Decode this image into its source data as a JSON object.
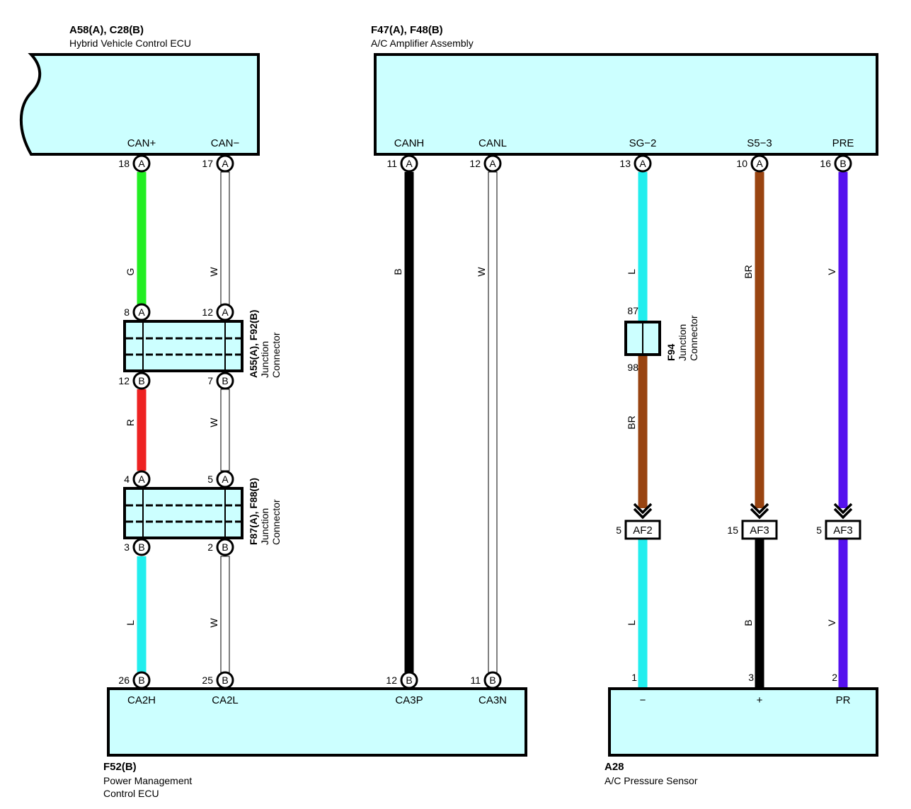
{
  "components": {
    "hv_ecu": {
      "id": "A58(A), C28(B)",
      "name": "Hybrid Vehicle Control ECU",
      "pins": [
        "CAN+",
        "CAN−"
      ]
    },
    "ac_amp": {
      "id": "F47(A), F48(B)",
      "name": "A/C Amplifier Assembly",
      "pins": [
        "CANH",
        "CANL",
        "SG−2",
        "S5−3",
        "PRE"
      ]
    },
    "pm_ecu": {
      "id": "F52(B)",
      "name_line1": "Power Management",
      "name_line2": "Control ECU",
      "pins": [
        "CA2H",
        "CA2L",
        "CA3P",
        "CA3N"
      ]
    },
    "pressure_sensor": {
      "id": "A28",
      "name": "A/C Pressure Sensor",
      "pins": [
        "−",
        "+",
        "PR"
      ]
    }
  },
  "junctions": {
    "j1": {
      "id": "A55(A), F92(B)",
      "line1": "Junction",
      "line2": "Connector"
    },
    "j2": {
      "id": "F87(A), F88(B)",
      "line1": "Junction",
      "line2": "Connector"
    },
    "j3": {
      "id": "F94",
      "line1": "Junction",
      "line2": "Connector"
    }
  },
  "terminals": {
    "hv_canp": {
      "num": "18",
      "con": "A"
    },
    "hv_canm": {
      "num": "17",
      "con": "A"
    },
    "amp_canh": {
      "num": "11",
      "con": "A"
    },
    "amp_canl": {
      "num": "12",
      "con": "A"
    },
    "amp_sg2": {
      "num": "13",
      "con": "A"
    },
    "amp_s53": {
      "num": "10",
      "con": "A"
    },
    "amp_pre": {
      "num": "16",
      "con": "B"
    },
    "j1_in_a": {
      "num": "8",
      "con": "A"
    },
    "j1_in_b": {
      "num": "12",
      "con": "A"
    },
    "j1_out_a": {
      "num": "12",
      "con": "B"
    },
    "j1_out_b": {
      "num": "7",
      "con": "B"
    },
    "j2_in_a": {
      "num": "4",
      "con": "A"
    },
    "j2_in_b": {
      "num": "5",
      "con": "A"
    },
    "j2_out_a": {
      "num": "3",
      "con": "B"
    },
    "j2_out_b": {
      "num": "2",
      "con": "B"
    },
    "pm_ca2h": {
      "num": "26",
      "con": "B"
    },
    "pm_ca2l": {
      "num": "25",
      "con": "B"
    },
    "pm_ca3p": {
      "num": "12",
      "con": "B"
    },
    "pm_ca3n": {
      "num": "11",
      "con": "B"
    },
    "j3_in": {
      "num": "87"
    },
    "j3_out": {
      "num": "98"
    },
    "sens_neg": {
      "num": "1"
    },
    "sens_pos": {
      "num": "3"
    },
    "sens_pr": {
      "num": "2"
    }
  },
  "inline_connectors": [
    {
      "num": "5",
      "label": "AF2"
    },
    {
      "num": "15",
      "label": "AF3"
    },
    {
      "num": "5",
      "label": "AF3"
    }
  ],
  "wire_colors": {
    "w1_top": "G",
    "w1_mid": "R",
    "w1_bot": "L",
    "w2_top": "W",
    "w2_mid": "W",
    "w2_bot": "W",
    "w3": "B",
    "w4": "W",
    "w5_top": "L",
    "w5_mid": "BR",
    "w5_bot": "L",
    "w6_top": "BR",
    "w6_bot": "B",
    "w7_top": "V",
    "w7_bot": "V"
  },
  "colors": {
    "green": "#22ee22",
    "red": "#ee2222",
    "cyan": "#22eeee",
    "black": "#000000",
    "white": "#ffffff",
    "brown": "#994411",
    "violet": "#5511ee",
    "box_fill": "#ccffff"
  }
}
